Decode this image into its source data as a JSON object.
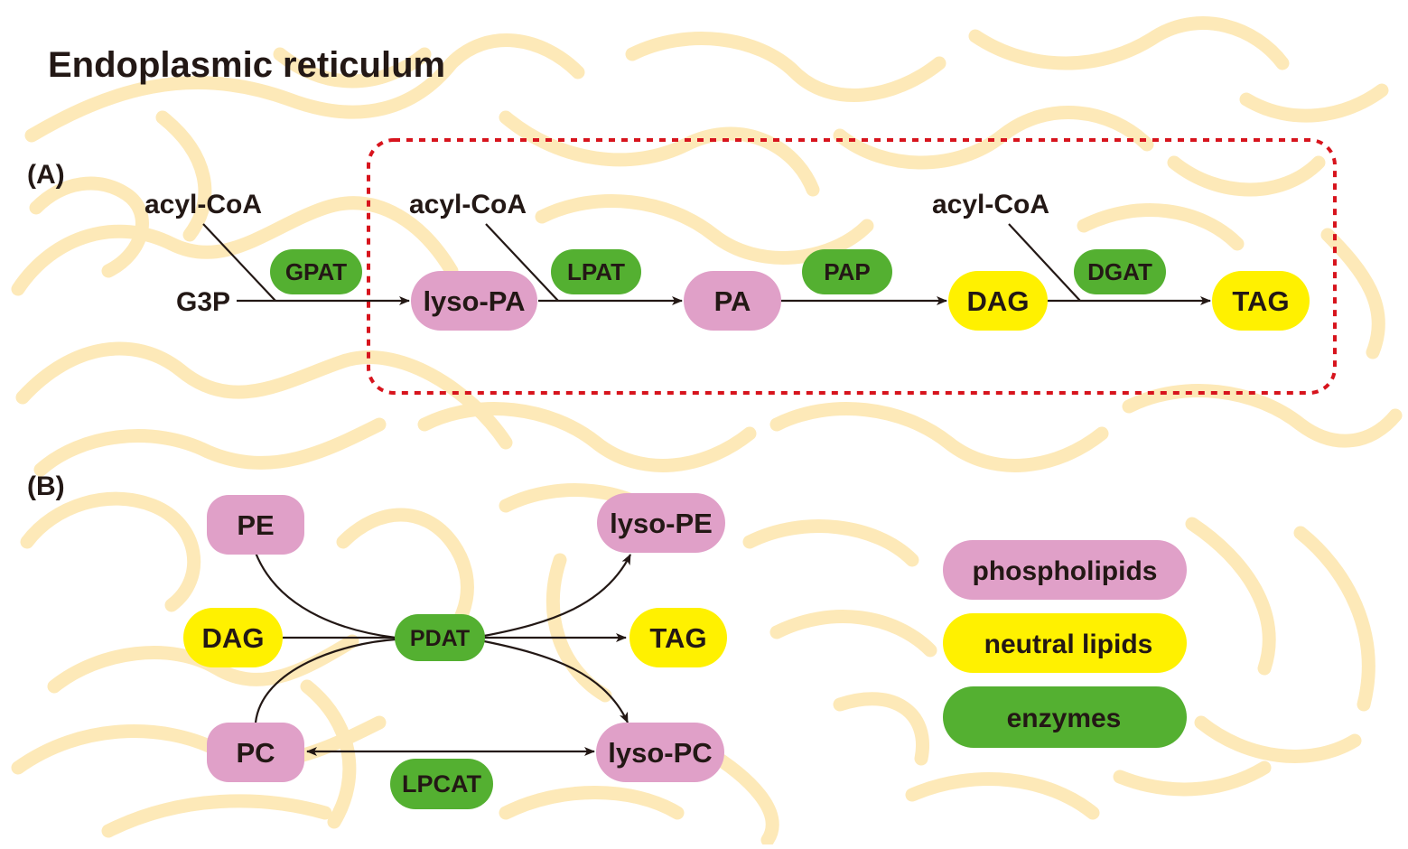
{
  "title": "Endoplasmic reticulum",
  "panels": {
    "a": "(A)",
    "b": "(B)"
  },
  "pathway_a": {
    "substrate": "G3P",
    "acyl_coa_1": "acyl-CoA",
    "acyl_coa_2": "acyl-CoA",
    "acyl_coa_3": "acyl-CoA",
    "enzymes": {
      "gpat": "GPAT",
      "lpat": "LPAT",
      "pap": "PAP",
      "dgat": "DGAT"
    },
    "products": {
      "lyso_pa": "lyso-PA",
      "pa": "PA",
      "dag": "DAG",
      "tag": "TAG"
    }
  },
  "pathway_b": {
    "pe": "PE",
    "dag": "DAG",
    "pc": "PC",
    "pdat": "PDAT",
    "lyso_pe": "lyso-PE",
    "tag": "TAG",
    "lyso_pc": "lyso-PC",
    "lpcat": "LPCAT"
  },
  "legend": {
    "phospholipids": "phospholipids",
    "neutral_lipids": "neutral lipids",
    "enzymes": "enzymes"
  },
  "colors": {
    "phospholipid": "#e0a0c8",
    "neutral_lipid": "#fff100",
    "enzyme": "#54b031",
    "er_membrane": "#fde9b8",
    "highlight_box": "#d7141d",
    "text": "#231815"
  }
}
